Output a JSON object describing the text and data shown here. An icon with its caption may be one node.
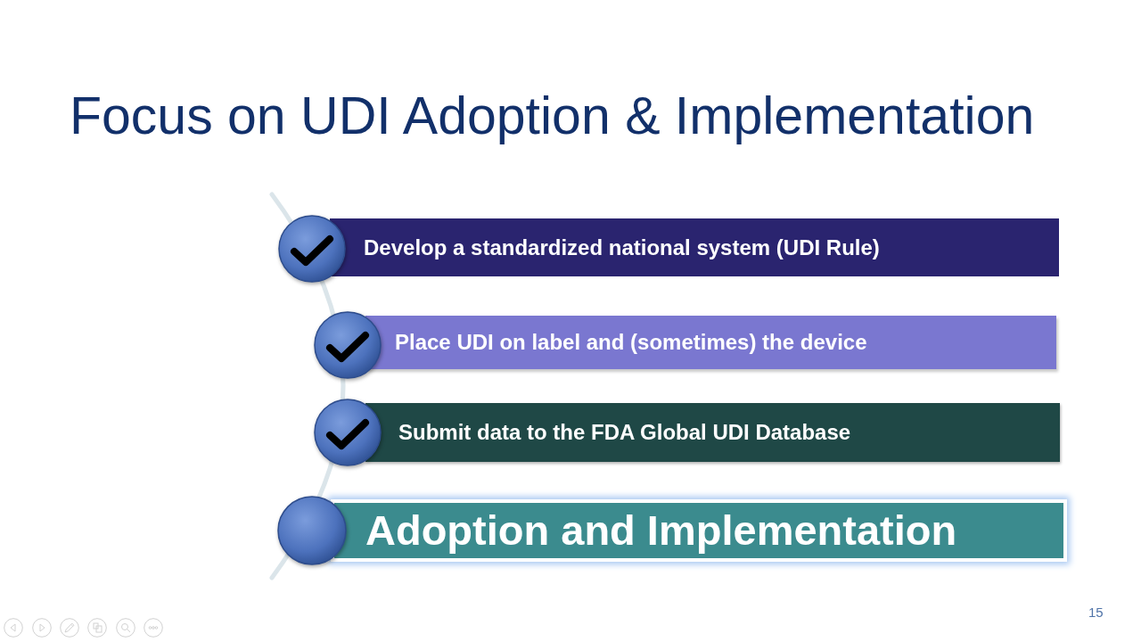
{
  "diagram": {
    "title": "Focus on UDI Adoption & Implementation",
    "nodes": [
      {
        "text": [
          "Develop a standardized national system (UDI Rule)"
        ]
      },
      {
        "text": [
          "Place UDI on label and (sometimes) the device"
        ]
      },
      {
        "text": [
          "Submit data to the FDA Global UDI Database"
        ]
      },
      {
        "text": [
          "Adoption and Implementation"
        ]
      }
    ],
    "labels": [
      "15"
    ]
  }
}
